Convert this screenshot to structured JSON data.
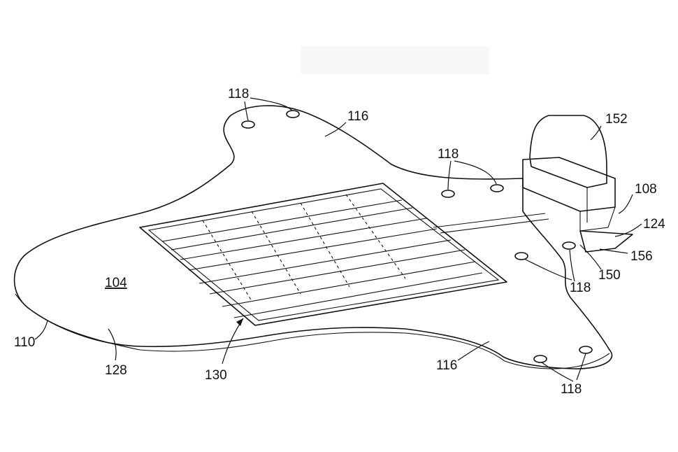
{
  "figure": {
    "labels": {
      "main_body": "104",
      "connector_tip": "108",
      "outer_edge": "110",
      "mounting_holes": "118",
      "flange": "116",
      "tab": "124",
      "surface": "128",
      "array": "130",
      "module": "152",
      "base": "150",
      "contact": "156"
    }
  }
}
